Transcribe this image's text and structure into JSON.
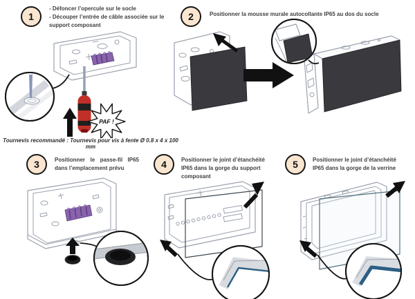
{
  "colors": {
    "badge_fill": "#fae5d0",
    "badge_border": "#161616",
    "text": "#3f3f3f",
    "line_art": "#9aa1ad",
    "foam": "#3a3a3e",
    "purple": "#8a63ae",
    "purple_dark": "#5c3f7d",
    "joint_blue": "#2d5f85",
    "screwdriver_red": "#c03028",
    "arrow_black": "#111111"
  },
  "steps": [
    {
      "number": "1",
      "instructions": [
        "- Défoncer l’opercule sur le socle",
        "- Découper l’entrée de câble associée sur le support composant"
      ],
      "callout": "PAF !",
      "note": "Tournevis recommandé : Tournevis pour vis à fente Ø 0.8 x 4 x 100 mm"
    },
    {
      "number": "2",
      "instruction": "Positionner la mousse murale autocollante IP65 au dos du socle"
    },
    {
      "number": "3",
      "instruction": "Positionner le passe-fil IP65 dans l’emplacement prévu"
    },
    {
      "number": "4",
      "instruction": "Positionner le joint d’étanchéité IP65 dans la gorge du support composant"
    },
    {
      "number": "5",
      "instruction": "Positionner le joint d’étanchéité IP65 dans la gorge de la verrine"
    }
  ]
}
